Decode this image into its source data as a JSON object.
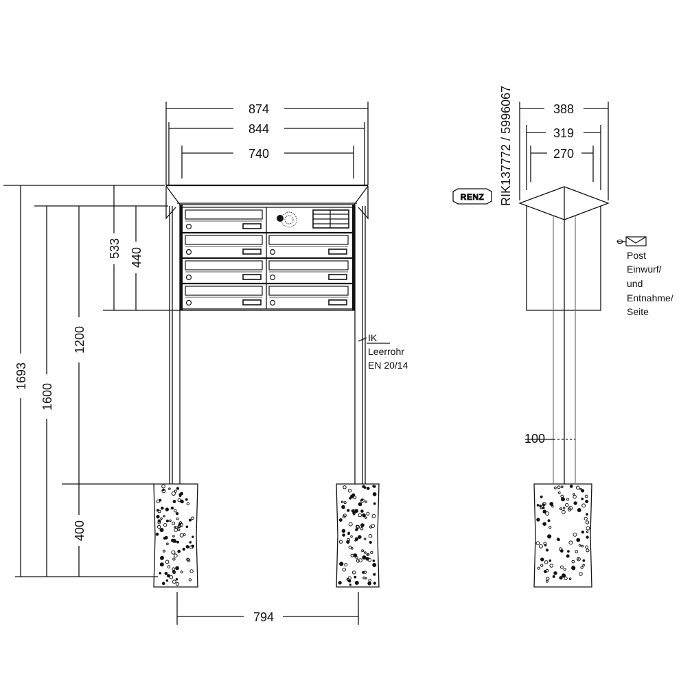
{
  "front_view": {
    "dimensions": {
      "total_width": "874",
      "roof_width": "844",
      "box_width": "740",
      "post_spacing": "794",
      "total_height": "1693",
      "box_top_height": "1600",
      "box_bottom_height": "1200",
      "roof_box_height": "533",
      "box_height": "440",
      "foundation_height": "400"
    },
    "cable_note": [
      "IK",
      "Leerrohr",
      "EN 20/14"
    ]
  },
  "side_view": {
    "dimensions": {
      "roof_depth": "388",
      "box_depth": "319",
      "inner_depth": "270",
      "post_width": "100"
    },
    "article_number": "RIK137772 / 5996067",
    "brand_logo": "RENZ",
    "mail_note": [
      "Post",
      "Einwurf/",
      "und",
      "Entnahme/",
      "Seite"
    ],
    "mail_icon": "envelope-icon"
  }
}
